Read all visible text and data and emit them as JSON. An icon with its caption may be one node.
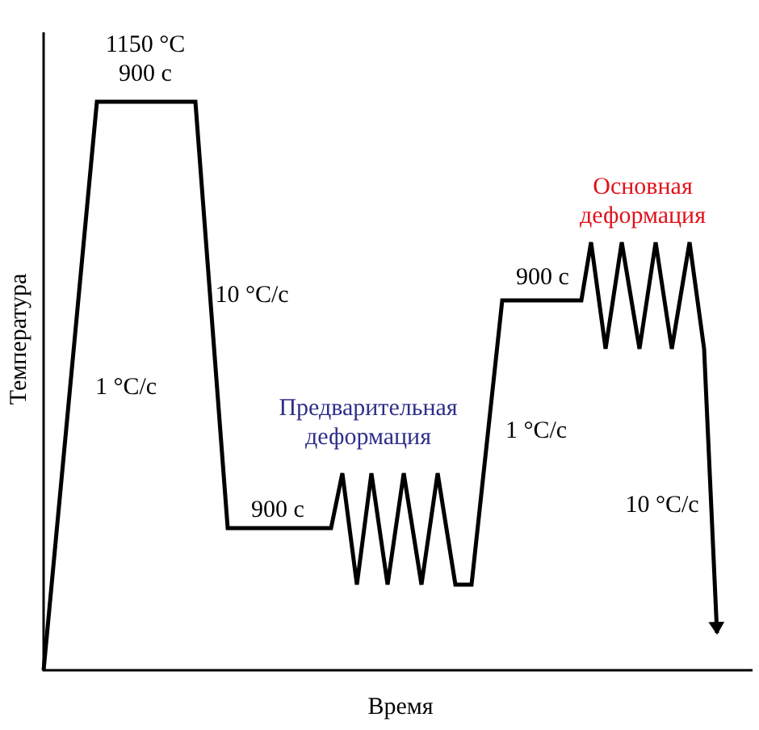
{
  "diagram": {
    "labels": [
      "1150 °C",
      "900 с",
      "10 °C/с",
      "1 °C/с",
      "900 с",
      "Предварительная деформация",
      "900 с",
      "1 °C/с",
      "Основная деформация",
      "10 °C/с",
      "Время",
      "Температура"
    ]
  }
}
